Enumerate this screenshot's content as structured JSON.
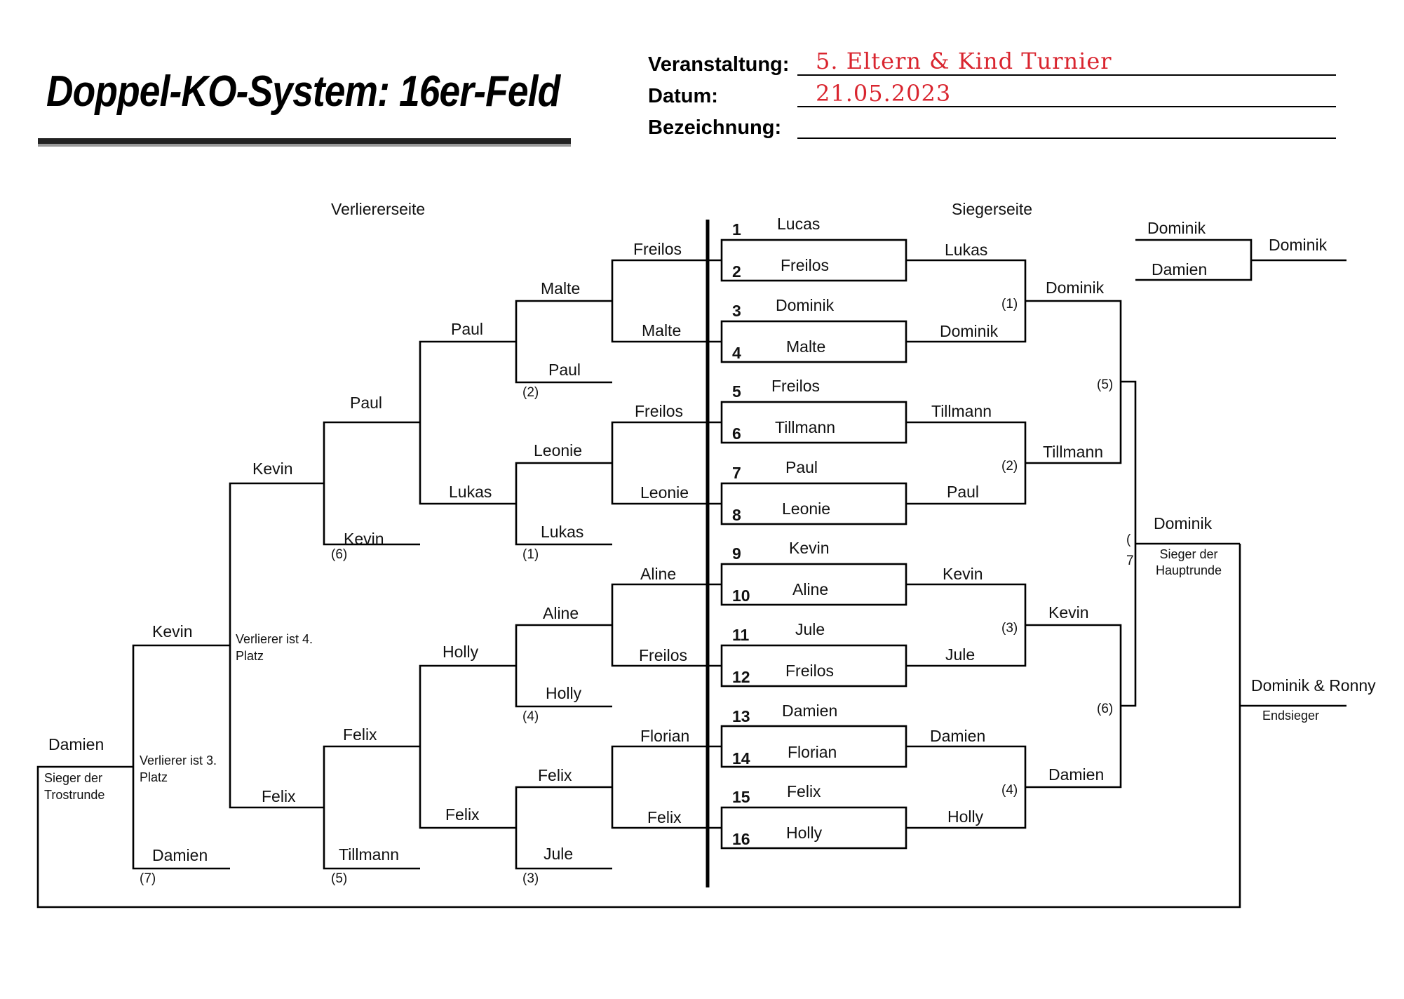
{
  "title": "Doppel-KO-System:   16er-Feld",
  "header": {
    "event_label": "Veranstaltung:",
    "event_value": "5. Eltern & Kind Turnier",
    "date_label": "Datum:",
    "date_value": "21.05.2023",
    "designation_label": "Bezeichnung:",
    "designation_value": ""
  },
  "sections": {
    "losers_side": "Verliererseite",
    "winners_side": "Siegerseite"
  },
  "seeds": [
    {
      "n": "1",
      "name": "Lucas"
    },
    {
      "n": "2",
      "name": "Freilos"
    },
    {
      "n": "3",
      "name": "Dominik"
    },
    {
      "n": "4",
      "name": "Malte"
    },
    {
      "n": "5",
      "name": "Freilos"
    },
    {
      "n": "6",
      "name": "Tillmann"
    },
    {
      "n": "7",
      "name": "Paul"
    },
    {
      "n": "8",
      "name": "Leonie"
    },
    {
      "n": "9",
      "name": "Kevin"
    },
    {
      "n": "10",
      "name": "Aline"
    },
    {
      "n": "11",
      "name": "Jule"
    },
    {
      "n": "12",
      "name": "Freilos"
    },
    {
      "n": "13",
      "name": "Damien"
    },
    {
      "n": "14",
      "name": "Florian"
    },
    {
      "n": "15",
      "name": "Felix"
    },
    {
      "n": "16",
      "name": "Holly"
    }
  ],
  "winners_bracket": {
    "round2": [
      "Lukas",
      "Dominik",
      "Tillmann",
      "Paul",
      "Kevin",
      "Jule",
      "Damien",
      "Holly"
    ],
    "round3": [
      "Dominik",
      "Tillmann",
      "Kevin",
      "Damien"
    ],
    "round3_marks": [
      "(1)",
      "(2)",
      "(3)",
      "(4)"
    ],
    "round4_marks": [
      "(5)",
      "(6)"
    ],
    "final": "Dominik",
    "final_caption": "Sieger der Hauptrunde",
    "final_marks": [
      "(",
      "7"
    ]
  },
  "losers_bracket": {
    "r1_top": [
      "Freilos",
      "Freilos",
      "Aline",
      "Florian"
    ],
    "r1_bottom": [
      "Malte",
      "Leonie",
      "Freilos",
      "Felix"
    ],
    "r1_winners": [
      "Malte",
      "Leonie",
      "Aline",
      "Felix"
    ],
    "r1_drops": [
      "Paul",
      "Lukas",
      "Holly",
      "Jule"
    ],
    "r1_marks": [
      "(2)",
      "(1)",
      "(4)",
      "(3)"
    ],
    "r2_winners": [
      "Paul",
      "Lukas",
      "Holly",
      "Felix"
    ],
    "r3_winners": [
      "Paul",
      "Felix"
    ],
    "r3_drops": [
      "Kevin",
      "Tillmann"
    ],
    "r3_marks": [
      "(6)",
      "(5)"
    ],
    "r4_winners": [
      "Kevin",
      "Felix"
    ],
    "r4_note": "Verlierer ist 4. Platz",
    "r5_winner": "Kevin",
    "r5_drop": "Damien",
    "r5_mark": "(7)",
    "r5_note": "Verlierer ist 3. Platz",
    "consolation_winner": "Damien",
    "consolation_caption": "Sieger der Trostrunde"
  },
  "final": {
    "top": "Dominik",
    "bottom": "Damien",
    "winner": "Dominik",
    "champion": "Dominik & Ronny",
    "champion_caption": "Endsieger"
  }
}
